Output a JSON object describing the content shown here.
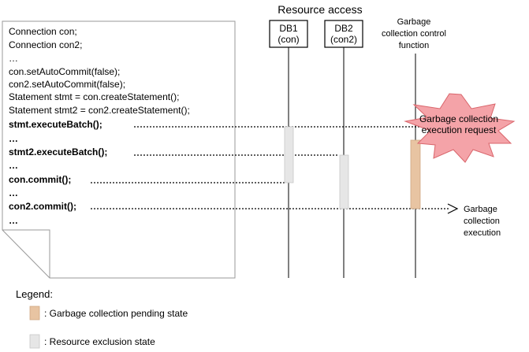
{
  "code_lines": [
    {
      "text": "Connection con;",
      "bold": false
    },
    {
      "text": "Connection con2;",
      "bold": false
    },
    {
      "text": "…",
      "bold": false
    },
    {
      "text": "con.setAutoCommit(false);",
      "bold": false
    },
    {
      "text": "con2.setAutoCommit(false);",
      "bold": false
    },
    {
      "text": "Statement stmt = con.createStatement();",
      "bold": false
    },
    {
      "text": "Statement stmt2 = con2.createStatement();",
      "bold": false
    },
    {
      "text": "stmt.executeBatch();",
      "bold": true
    },
    {
      "text": "…",
      "bold": true
    },
    {
      "text": "stmt2.executeBatch();",
      "bold": true
    },
    {
      "text": "…",
      "bold": true
    },
    {
      "text": "con.commit();",
      "bold": true
    },
    {
      "text": "…",
      "bold": true
    },
    {
      "text": "con2.commit();",
      "bold": true
    },
    {
      "text": "…",
      "bold": true
    }
  ],
  "header": {
    "resource_access": "Resource access"
  },
  "db1": {
    "line1": "DB1",
    "line2": "(con)"
  },
  "db2": {
    "line1": "DB2",
    "line2": "(con2)"
  },
  "gc_function": {
    "line1": "Garbage",
    "line2": "collection control",
    "line3": "function"
  },
  "gc_request": {
    "line1": "Garbage collection",
    "line2": "execution request"
  },
  "gc_execution": {
    "line1": "Garbage",
    "line2": "collection",
    "line3": "execution"
  },
  "legend": {
    "title": "Legend:",
    "pending_label": ": Garbage collection pending state",
    "exclusion_label": ": Resource exclusion state"
  },
  "colors": {
    "pending": "#e8c4a2",
    "exclusion": "#e6e6e6",
    "burst": "#f4a3a8"
  }
}
